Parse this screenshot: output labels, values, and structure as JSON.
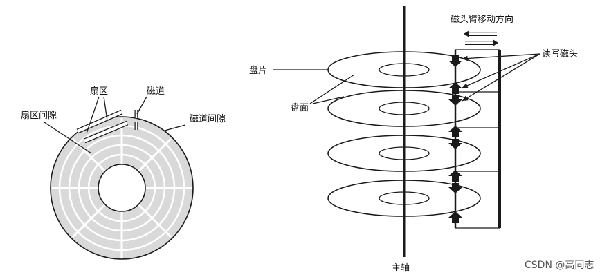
{
  "left_diagram": {
    "labels": {
      "sector": "扇区",
      "track": "磁道",
      "sector_gap": "扇区间隙",
      "track_gap": "磁道间隙"
    }
  },
  "right_diagram": {
    "labels": {
      "arm_direction": "磁头臂移动方向",
      "read_write_head": "读写磁头",
      "platter": "盘片",
      "surface": "盘面",
      "spindle": "主轴"
    }
  },
  "watermark": "CSDN @高同志",
  "colors": {
    "disk_fill": "#d9d9d9",
    "line": "#1a1a1a",
    "background": "#ffffff"
  }
}
